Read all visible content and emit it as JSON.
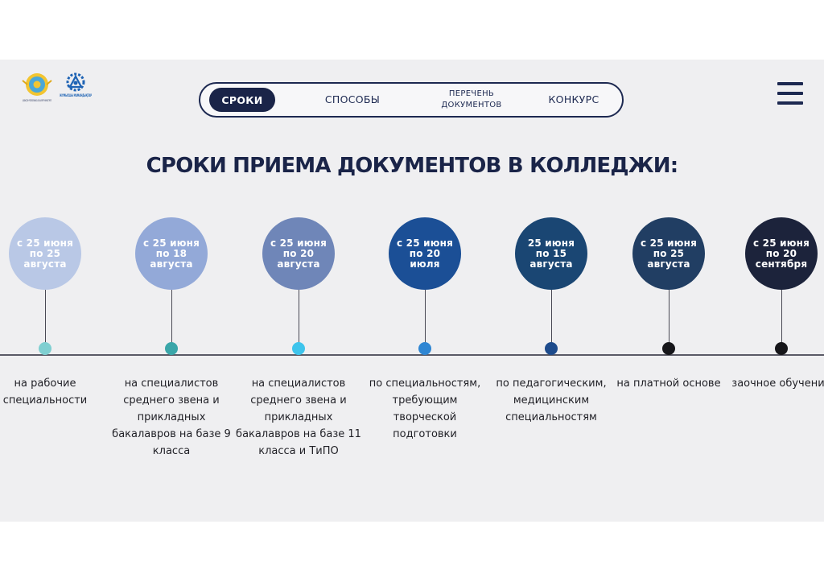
{
  "logos": {
    "left_caption": "ҚАЗАҚСТАН РЕСПУБЛИКАСЫ ОҚУ-АҒАРТУ МИНИСТРЛІГІ",
    "right_caption": "ЖҰМЫСШЫ МАМАНДЫҚТАР"
  },
  "nav": {
    "items": [
      {
        "label": "СРОКИ",
        "active": true
      },
      {
        "label": "СПОСОБЫ",
        "active": false
      },
      {
        "label": "ПЕРЕЧЕНЬ ДОКУМЕНТОВ",
        "active": false
      },
      {
        "label": "КОНКУРС",
        "active": false
      }
    ]
  },
  "title": "СРОКИ ПРИЕМА ДОКУМЕНТОВ В КОЛЛЕДЖИ:",
  "timeline": {
    "items": [
      {
        "date": "с 25 июня по 25 августа",
        "label": "на рабочие специальности",
        "circle_color": "#b9c8e6",
        "dot_color": "#7fcfd1"
      },
      {
        "date": "с 25 июня по 18 августа",
        "label": "на специалистов среднего звена и прикладных бакалавров на базе 9 класса",
        "circle_color": "#93a9d8",
        "dot_color": "#3aa6a9"
      },
      {
        "date": "с 25 июня по 20 августа",
        "label": "на специалистов среднего звена и прикладных бакалавров на базе 11 класса и ТиПО",
        "circle_color": "#6f86b8",
        "dot_color": "#3ec4ec"
      },
      {
        "date": "с 25 июня по 20 июля",
        "label": "по специальностям, требующим творческой подготовки",
        "circle_color": "#1b4f96",
        "dot_color": "#2f86d3"
      },
      {
        "date": "25 июня по 15 августа",
        "label": "по педагогическим, медицинским специальностям",
        "circle_color": "#1a4673",
        "dot_color": "#1d4b8c"
      },
      {
        "date": "с 25 июня по 25 августа",
        "label": "на платной основе",
        "circle_color": "#213e63",
        "dot_color": "#16161a"
      },
      {
        "date": "с 25 июня по 20 сентября",
        "label": "заочное обучение",
        "circle_color": "#1c233b",
        "dot_color": "#16161a"
      }
    ]
  }
}
